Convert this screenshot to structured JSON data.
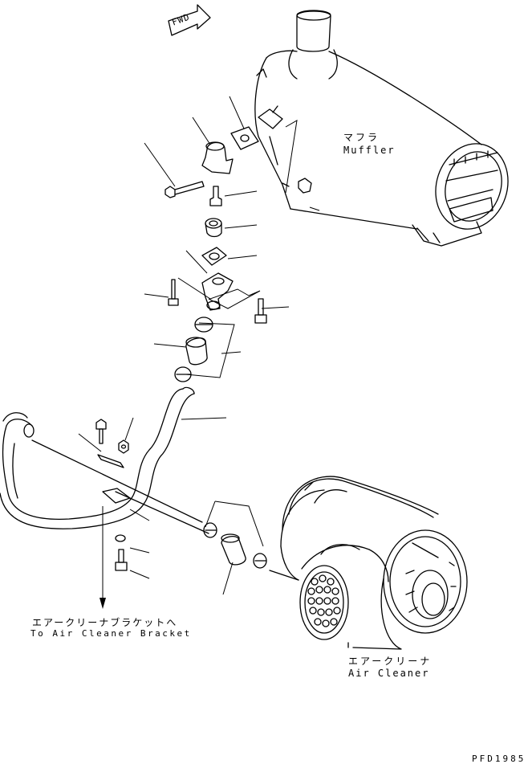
{
  "labels": {
    "fwd": "FWD",
    "muffler_jp": "マフラ",
    "muffler_en": "Muffler",
    "bracket_jp": "エアークリーナブラケットへ",
    "bracket_en": "To Air Cleaner Bracket",
    "cleaner_jp": "エアークリーナ",
    "cleaner_en": "Air Cleaner",
    "drawing_code": "PFD1985"
  }
}
